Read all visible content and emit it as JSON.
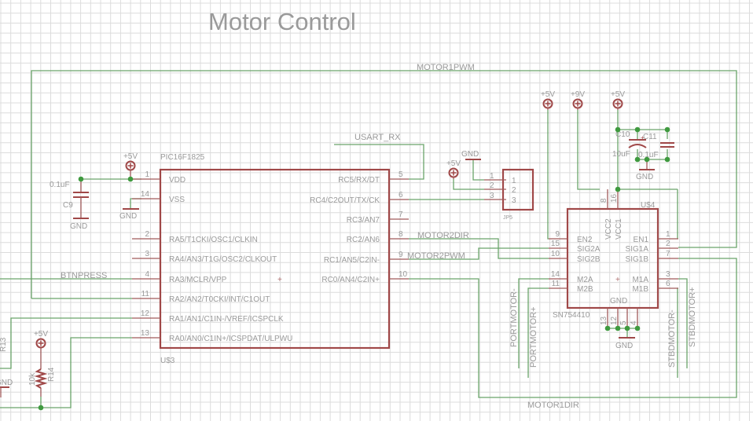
{
  "title": "Motor Control",
  "nets": {
    "motor1pwm": "MOTOR1PWM",
    "usart_rx": "USART_RX",
    "motor2dir": "MOTOR2DIR",
    "motor2pwm": "MOTOR2PWM",
    "btnpress": "BTNPRESS",
    "motor1dir": "MOTOR1DIR",
    "portmotor_minus": "PORTMOTOR-",
    "portmotor_plus": "PORTMOTOR+",
    "stbdmotor_minus": "STBDMOTOR-",
    "stbdmotor_plus": "STBDMOTOR+"
  },
  "power": {
    "p5v": "+5V",
    "p9v": "+9V",
    "gnd": "GND"
  },
  "u3": {
    "part": "PIC16F1825",
    "name": "U$3",
    "left_pins": [
      {
        "num": "1",
        "label": "VDD"
      },
      {
        "num": "14",
        "label": "VSS"
      },
      {
        "num": "2",
        "label": "RA5/T1CKI/OSC1/CLKIN"
      },
      {
        "num": "3",
        "label": "RA4/AN3/T1G/OSC2/CLKOUT"
      },
      {
        "num": "4",
        "label": "RA3/MCLR/VPP"
      },
      {
        "num": "11",
        "label": "RA2/AN2/T0CKI/INT/C1OUT"
      },
      {
        "num": "12",
        "label": "RA1/AN1/C1IN-/VREF/ICSPCLK"
      },
      {
        "num": "13",
        "label": "RA0/AN0/C1IN+/ICSPDAT/ULPWU"
      }
    ],
    "right_pins": [
      {
        "num": "5",
        "label": "RC5/RX/DT"
      },
      {
        "num": "6",
        "label": "RC4/C2OUT/TX/CK"
      },
      {
        "num": "7",
        "label": "RC3/AN7"
      },
      {
        "num": "8",
        "label": "RC2/AN6"
      },
      {
        "num": "9",
        "label": "RC1/AN5/C2IN-"
      },
      {
        "num": "10",
        "label": "RC0/AN4/C2IN+"
      }
    ]
  },
  "u4": {
    "part": "SN754410",
    "name": "U$4",
    "left_pins": [
      {
        "num": "9",
        "label": "EN2"
      },
      {
        "num": "15",
        "label": "SIG2A"
      },
      {
        "num": "10",
        "label": "SIG2B"
      },
      {
        "num": "14",
        "label": "M2A"
      },
      {
        "num": "11",
        "label": "M2B"
      }
    ],
    "right_pins": [
      {
        "num": "1",
        "label": "EN1"
      },
      {
        "num": "2",
        "label": "SIG1A"
      },
      {
        "num": "7",
        "label": "SIG1B"
      },
      {
        "num": "3",
        "label": "M1A"
      },
      {
        "num": "6",
        "label": "M1B"
      }
    ],
    "top_pins": [
      {
        "num": "8",
        "label": "VCC2"
      },
      {
        "num": "16",
        "label": "VCC1"
      }
    ],
    "bottom_pins": [
      "13",
      "12",
      "5",
      "4"
    ],
    "gnd_label": "GND"
  },
  "jp5": {
    "name": "JP5",
    "pins": [
      "1",
      "2",
      "3"
    ]
  },
  "c9": {
    "name": "C9",
    "value": "0.1uF"
  },
  "c10": {
    "name": "C10",
    "value": "10uF"
  },
  "c11": {
    "name": "C11",
    "value": "0.1uF"
  },
  "r14": {
    "name": "R14",
    "value": "10k"
  },
  "r13": {
    "name": "R13"
  }
}
